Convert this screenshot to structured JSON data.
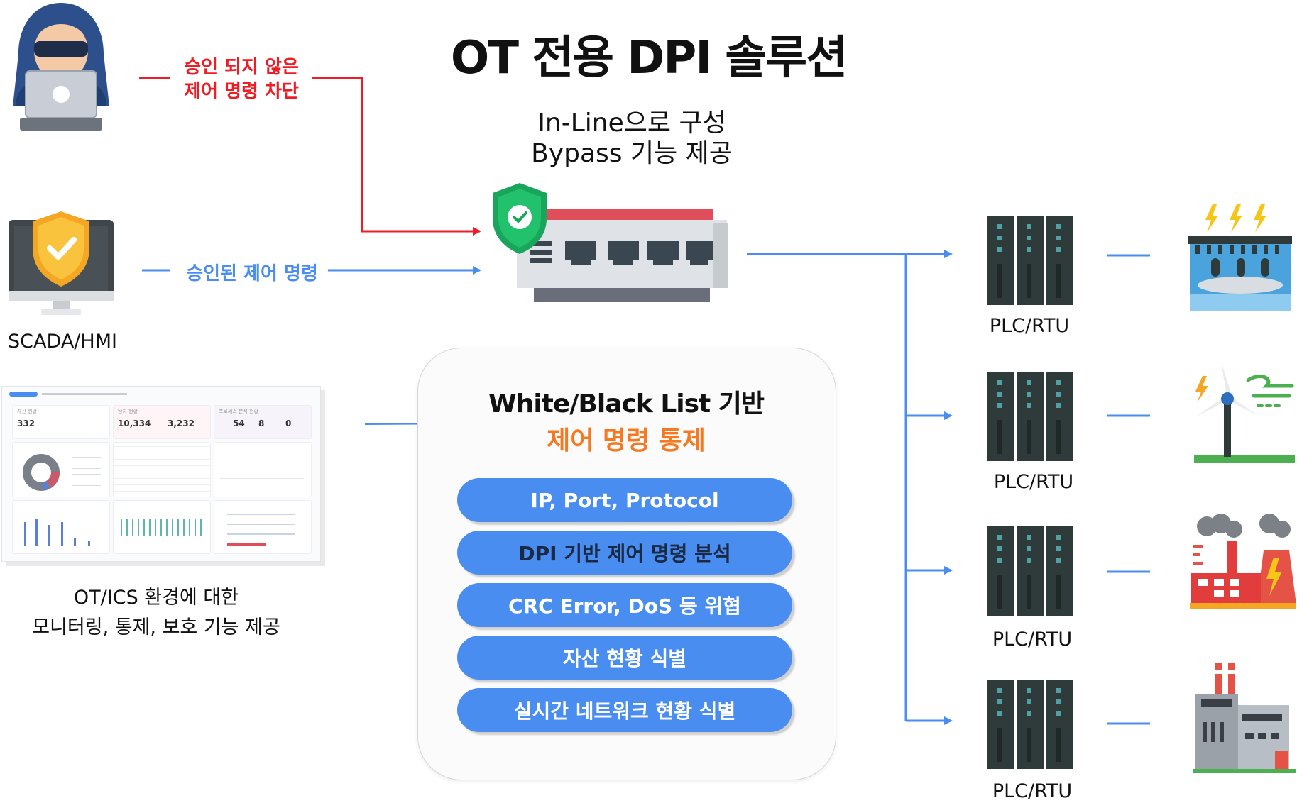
{
  "title": "OT 전용 DPI 솔루션",
  "threat": {
    "label_line1": "승인 되지 않은",
    "label_line2": "제어 명령 차단",
    "color": "#ee1c24"
  },
  "scada": {
    "flow_label": "승인된 제어 명령",
    "caption": "SCADA/HMI",
    "color": "#4a8df0"
  },
  "dpi_device": {
    "note_line1": "In-Line으로 구성",
    "note_line2": "Bypass 기능 제공"
  },
  "monitoring": {
    "caption_line1": "OT/ICS 환경에 대한",
    "caption_line2": "모니터링, 통제, 보호 기능 제공",
    "dashboard": {
      "card1": {
        "title": "자산 현황",
        "value": "332"
      },
      "card2": {
        "title": "탐지 현황",
        "value_a": "10,334",
        "value_b": "3,232"
      },
      "card3": {
        "title": "프로세스 분석 현황",
        "value_a": "54",
        "value_b": "8",
        "value_c": "0"
      }
    }
  },
  "features": {
    "title": "White/Black List 기반",
    "subtitle": "제어 명령 통제",
    "subtitle_color": "#f47920",
    "items": [
      "IP, Port, Protocol",
      "DPI 기반 제어 명령 분석",
      "CRC Error, DoS 등 위협",
      "자산 현황 식별",
      "실시간 네트워크 현황 식별"
    ]
  },
  "plc_label": "PLC/RTU",
  "plcs": [
    {
      "label": "PLC/RTU",
      "target_icon": "hydro-dam-icon"
    },
    {
      "label": "PLC/RTU",
      "target_icon": "wind-turbine-icon"
    },
    {
      "label": "PLC/RTU",
      "target_icon": "power-plant-icon"
    },
    {
      "label": "PLC/RTU",
      "target_icon": "factory-icon"
    }
  ],
  "colors": {
    "accent_blue": "#4a8df0",
    "alert_red": "#ee1c24",
    "server_dark": "#2f3b3a",
    "server_teal": "#4fa1a3"
  }
}
